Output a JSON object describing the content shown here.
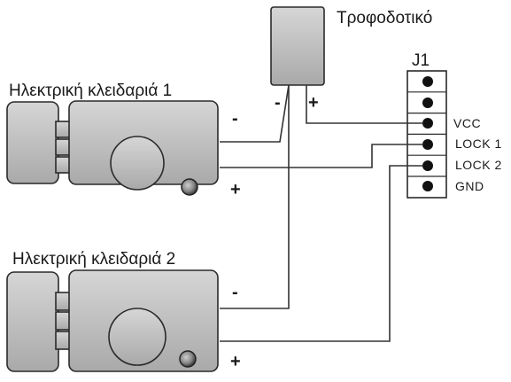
{
  "power_supply": {
    "label": "Τροφοδοτικό",
    "minus": "-",
    "plus": "+"
  },
  "lock1": {
    "label": "Ηλεκτρική κλειδαριά 1",
    "minus": "-",
    "plus": "+"
  },
  "lock2": {
    "label": "Ηλεκτρική κλειδαριά 2",
    "minus": "-",
    "plus": "+"
  },
  "connector": {
    "label": "J1",
    "pins": [
      "",
      "",
      "VCC",
      "LOCK 1",
      "LOCK 2",
      "GND"
    ]
  },
  "colors": {
    "device_fill": "#c8c8c8",
    "outline": "#2a2a2a",
    "wire": "#333333"
  }
}
